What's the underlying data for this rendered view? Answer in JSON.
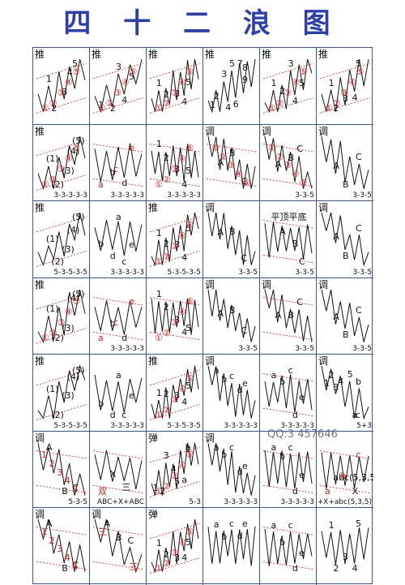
{
  "title": "四 十 二 浪 图",
  "watermark": "QQ:3 457646",
  "cells": [
    {
      "corner": "推",
      "seq": "",
      "labels": [
        "1",
        "2",
        "3",
        "4",
        "5"
      ],
      "red": [
        "①",
        "②",
        "③",
        "④",
        "⑤"
      ]
    },
    {
      "corner": "推",
      "seq": "",
      "labels": [
        "1",
        "2",
        "3",
        "4",
        "5"
      ],
      "red": [
        "①",
        "②",
        "③",
        "④",
        "⑤"
      ]
    },
    {
      "corner": "推",
      "seq": "",
      "labels": [
        "1",
        "2",
        "3",
        "4",
        "5"
      ],
      "red": [
        "①",
        "②",
        "③",
        "④",
        "⑤"
      ]
    },
    {
      "corner": "推",
      "seq": "",
      "labels": [
        "1",
        "2",
        "3",
        "4",
        "5",
        "6",
        "7",
        "8",
        "9"
      ],
      "red": []
    },
    {
      "corner": "推",
      "seq": "",
      "labels": [
        "1",
        "2",
        "3",
        "4",
        "5"
      ],
      "red": [
        "①",
        "②",
        "③",
        "④",
        "⑤"
      ]
    },
    {
      "corner": "推",
      "seq": "",
      "labels": [
        "1",
        "2",
        "3",
        "4",
        "5"
      ],
      "red": [
        "①",
        "②",
        "③",
        "④",
        "⑤"
      ]
    },
    {
      "corner": "推",
      "seq": "3-3-3-3-3",
      "labels": [
        "(1)",
        "(2)",
        "(3)",
        "(4)",
        "(5)"
      ],
      "red": [
        "①",
        "②",
        "③",
        "④",
        "⑤"
      ]
    },
    {
      "corner": "",
      "seq": "3-3-3-3-3",
      "labels": [
        "b",
        "d"
      ],
      "red": [
        "a",
        "c",
        "e"
      ]
    },
    {
      "corner": "",
      "seq": "3-3-3-3-3",
      "labels": [
        "1",
        "2",
        "3",
        "4",
        "5"
      ],
      "red": [
        "①",
        "②",
        "③",
        "④",
        "⑤"
      ]
    },
    {
      "corner": "调",
      "seq": "",
      "labels": [
        "A",
        "B",
        "C"
      ],
      "red": [
        "①",
        "②",
        "③",
        "④",
        "⑤"
      ]
    },
    {
      "corner": "调",
      "seq": "3-3-5",
      "labels": [
        "A",
        "B",
        "C"
      ],
      "red": [
        "①",
        "②",
        "③",
        "④",
        "⑤"
      ]
    },
    {
      "corner": "调",
      "seq": "3-3-5",
      "labels": [
        "A",
        "B",
        "C"
      ],
      "red": []
    },
    {
      "corner": "推",
      "seq": "5-3-5-3-5",
      "labels": [
        "(1)",
        "(2)",
        "(3)",
        "(4)",
        "(5)"
      ],
      "red": []
    },
    {
      "corner": "",
      "seq": "3-3-3-3-3",
      "labels": [
        "b",
        "d",
        "a",
        "c",
        "e"
      ],
      "red": []
    },
    {
      "corner": "推",
      "seq": "5-3-5-3-5",
      "labels": [
        "1",
        "2",
        "3",
        "4",
        "5"
      ],
      "red": [
        "①",
        "②",
        "③",
        "④",
        "⑤"
      ]
    },
    {
      "corner": "调",
      "seq": "3-3-5",
      "labels": [
        "A",
        "B",
        "C"
      ],
      "red": []
    },
    {
      "corner": "",
      "seq": "3-3-5",
      "labels": [
        "平顶平底",
        "A",
        "B",
        "C"
      ],
      "red": []
    },
    {
      "corner": "调",
      "seq": "3-3-5",
      "labels": [
        "A",
        "B",
        "C"
      ],
      "red": []
    },
    {
      "corner": "推",
      "seq": "",
      "labels": [
        "(1)",
        "(2)",
        "(3)",
        "(4)",
        "(5)"
      ],
      "red": [
        "①",
        "②",
        "③",
        "④",
        "⑤"
      ]
    },
    {
      "corner": "",
      "seq": "3-3-3-3-3",
      "labels": [
        "b",
        "d"
      ],
      "red": [
        "a",
        "c",
        "e"
      ]
    },
    {
      "corner": "",
      "seq": "",
      "labels": [
        "1",
        "2",
        "3",
        "4",
        "5"
      ],
      "red": [
        "①",
        "②",
        "③",
        "④",
        "⑤"
      ]
    },
    {
      "corner": "调",
      "seq": "3-3-5",
      "labels": [
        "A",
        "B",
        "C"
      ],
      "red": []
    },
    {
      "corner": "调",
      "seq": "3-3-5",
      "labels": [
        "A",
        "B",
        "C"
      ],
      "red": []
    },
    {
      "corner": "调",
      "seq": "3-3-5",
      "labels": [
        "A",
        "B",
        "C"
      ],
      "red": []
    },
    {
      "corner": "推",
      "seq": "5-3-5-3-5",
      "labels": [
        "(1)",
        "(2)",
        "(3)",
        "(4)",
        "(5)"
      ],
      "red": []
    },
    {
      "corner": "",
      "seq": "3-3-3-3-3",
      "labels": [
        "b",
        "d",
        "a",
        "c",
        "e"
      ],
      "red": []
    },
    {
      "corner": "推",
      "seq": "5-3-5-3-5",
      "labels": [
        "1",
        "2",
        "3",
        "4",
        "5"
      ],
      "red": [
        "①",
        "②",
        "③",
        "④",
        "⑤"
      ]
    },
    {
      "corner": "调",
      "seq": "3-3-3-3-3",
      "labels": [
        "a",
        "b",
        "c",
        "d",
        "e"
      ],
      "red": []
    },
    {
      "corner": "",
      "seq": "3-3-3-3-3",
      "labels": [
        "a",
        "b",
        "c",
        "d",
        "e"
      ],
      "red": []
    },
    {
      "corner": "调",
      "seq": "5+3",
      "labels": [
        "1",
        "2",
        "3",
        "4",
        "5",
        "a",
        "b",
        "c"
      ],
      "red": []
    },
    {
      "corner": "调",
      "seq": "5-3-5",
      "labels": [
        "A",
        "B",
        "C"
      ],
      "red": [
        "1",
        "2",
        "3",
        "4",
        "5"
      ]
    },
    {
      "corner": "",
      "seq": "ABC+X+ABC",
      "labels": [
        "X",
        "三"
      ],
      "red": [
        "双"
      ]
    },
    {
      "corner": "弹",
      "seq": "5-3",
      "labels": [
        "1",
        "2",
        "3",
        "4",
        "5",
        "a",
        "b",
        "c"
      ],
      "red": [
        "①",
        "②",
        "③",
        "④",
        "⑤"
      ]
    },
    {
      "corner": "调",
      "seq": "3-3-3-3-3",
      "labels": [
        "a",
        "b",
        "c",
        "d",
        "e"
      ],
      "red": []
    },
    {
      "corner": "",
      "seq": "3-3-3-3-3",
      "labels": [
        "a",
        "b",
        "c",
        "d",
        "e"
      ],
      "red": []
    },
    {
      "corner": "",
      "seq": "+X+abc(5,3,5)",
      "labels": [
        "abc(5,3,5)",
        "X"
      ],
      "red": [
        "a",
        "b",
        "c"
      ]
    },
    {
      "corner": "调",
      "seq": "",
      "labels": [
        "A",
        "B",
        "C"
      ],
      "red": [
        "1",
        "2",
        "3",
        "4",
        "5"
      ]
    },
    {
      "corner": "调",
      "seq": "",
      "labels": [
        "A",
        "B",
        "C"
      ],
      "red": [
        "三",
        "三"
      ]
    },
    {
      "corner": "弹",
      "seq": "",
      "labels": [
        "1",
        "2",
        "3",
        "4",
        "5"
      ],
      "red": [
        "①",
        "②",
        "③",
        "④",
        "⑤"
      ]
    },
    {
      "corner": "",
      "seq": "",
      "labels": [
        "a",
        "b",
        "c",
        "d",
        "e"
      ],
      "red": []
    },
    {
      "corner": "",
      "seq": "",
      "labels": [
        "a",
        "b",
        "c",
        "d",
        "e"
      ],
      "red": []
    },
    {
      "corner": "",
      "seq": "",
      "labels": [
        "1",
        "2",
        "3",
        "4",
        "5"
      ],
      "red": []
    }
  ]
}
